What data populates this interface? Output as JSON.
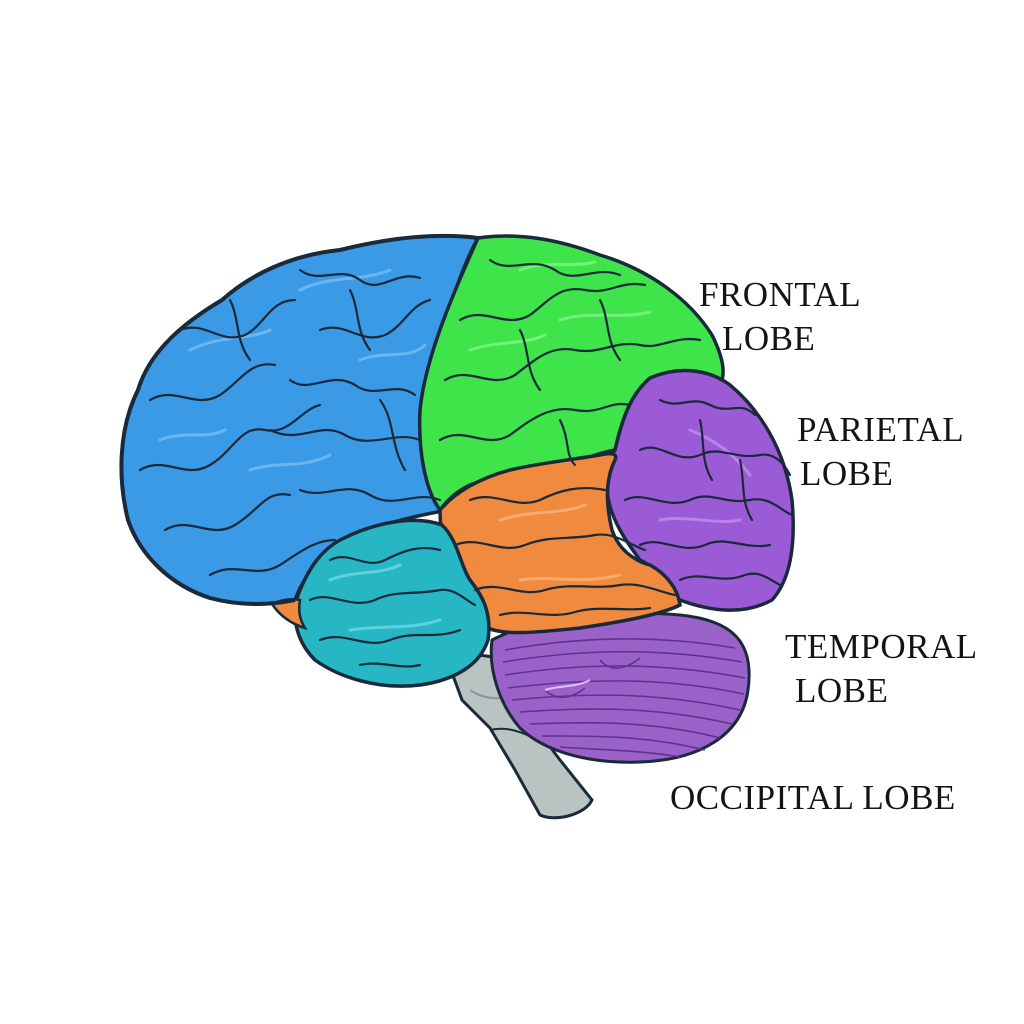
{
  "labels": {
    "frontal": {
      "line1": "FRONTAL",
      "line2": "LOBE"
    },
    "parietal": {
      "line1": "PARIETAL",
      "line2": "LOBE"
    },
    "temporal": {
      "line1": "TEMPORAL",
      "line2": "LOBE"
    },
    "occipital": {
      "line1": "OCCIPITAL LOBE"
    }
  },
  "colors": {
    "blue_region": "#3a9ae6",
    "green_region": "#3fe34a",
    "purple_region": "#9b5bd6",
    "orange_region": "#f08a3e",
    "teal_region": "#27b6c4",
    "cerebellum": "#9a62c9",
    "brainstem": "#b9c3c2",
    "outline": "#1a2a3a",
    "label_text": "#141414"
  }
}
